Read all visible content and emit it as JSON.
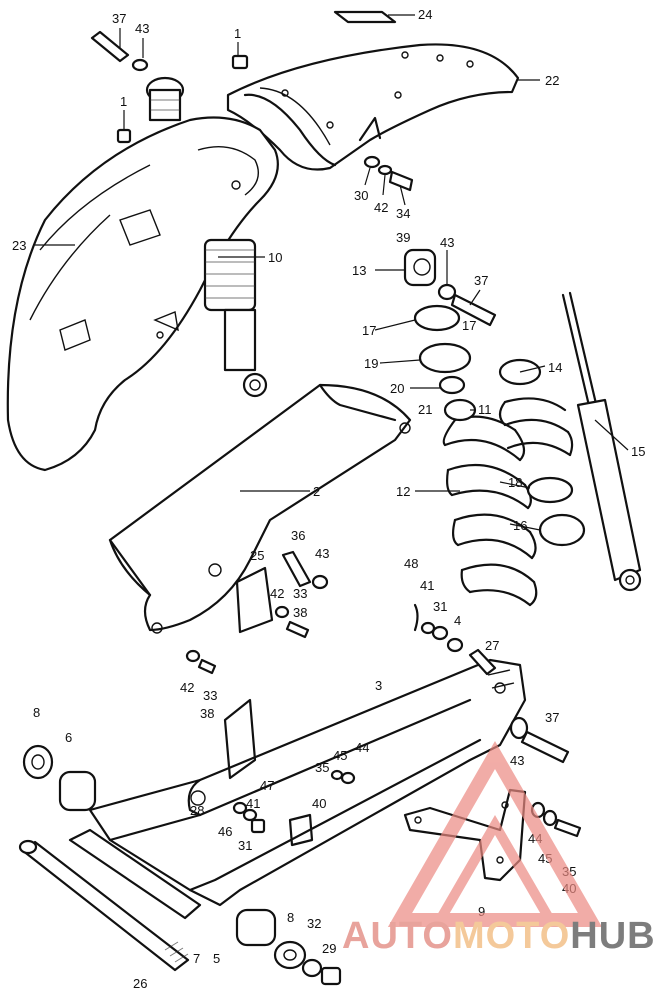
{
  "callouts": [
    "37",
    "43",
    "1",
    "24",
    "22",
    "1",
    "30",
    "42",
    "34",
    "23",
    "10",
    "39",
    "43",
    "13",
    "37",
    "17",
    "17",
    "19",
    "14",
    "20",
    "21",
    "11",
    "15",
    "2",
    "12",
    "18",
    "16",
    "36",
    "43",
    "25",
    "42",
    "33",
    "38",
    "48",
    "41",
    "31",
    "4",
    "27",
    "42",
    "33",
    "38",
    "3",
    "8",
    "6",
    "37",
    "43",
    "45",
    "44",
    "35",
    "40",
    "47",
    "28",
    "41",
    "46",
    "31",
    "44",
    "45",
    "35",
    "40",
    "9",
    "8",
    "32",
    "29",
    "26",
    "7",
    "5"
  ],
  "watermark": {
    "part1": "AUTO",
    "part2": "MOTO",
    "part3": "HUB",
    "colors": {
      "auto": "#e8a39c",
      "moto": "#f4c99a",
      "hub": "#7d7d7d",
      "triangle": "#ec8a82"
    }
  }
}
